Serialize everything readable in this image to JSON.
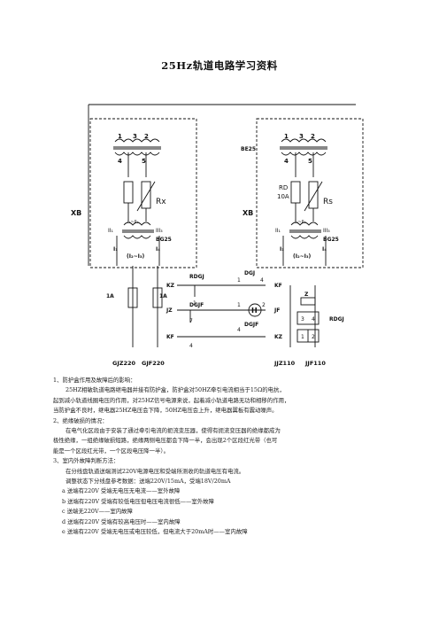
{
  "title": "25Hz轨道电路学习资料",
  "diagram": {
    "left_panel": {
      "transformer_top_terminals": [
        "1",
        "3",
        "2"
      ],
      "transformer_bottom_terminals": [
        "4",
        "5"
      ],
      "resistor_label": "Rx",
      "coil_label_left": "II₁",
      "coil_label_right": "III₃",
      "coil_mid_terminals": "I₃~II₃",
      "device_label": "BG25",
      "i1_label": "I₁",
      "i4_label": "I₄",
      "i2i3_label": "(I₂~I₃)",
      "box_label": "XB"
    },
    "right_panel": {
      "transformer_top_terminals": [
        "1",
        "3",
        "2"
      ],
      "transformer_bottom_terminals": [
        "4",
        "5"
      ],
      "transformer_label": "BE25",
      "fuse_label": "RD",
      "fuse_rating": "10A",
      "resistor_label": "Rs",
      "coil_label_left": "II₁",
      "coil_label_right": "III₃",
      "coil_mid_terminals": "I₃~II₃",
      "device_label": "BG25",
      "i1_label": "I₁",
      "i4_label": "I₄",
      "i2i3_label": "(I₂~I₃)",
      "box_label": "XB"
    },
    "relay_section": {
      "left_fuse_1": "1A",
      "left_fuse_2": "1A",
      "kz": "KZ",
      "kf": "KF",
      "rdgj": "RDGJ",
      "dgj": "DGJ",
      "dgjf": "DGJF",
      "jz": "JZ",
      "jf": "JF",
      "dgjf2": "DGJF",
      "kf2": "KF",
      "kz2": "KZ",
      "contact_1": "1",
      "contact_4": "4",
      "contact_7": "7",
      "contact_2": "2",
      "h_label": "H",
      "z_label": "Z",
      "pin_3": "3",
      "pin_4": "4",
      "pin_1": "1",
      "pin_2": "2",
      "rdgj_right": "RDGJ"
    },
    "bottom_labels": [
      "GJZ220",
      "GJF220",
      "JJZ110",
      "JJF110"
    ]
  },
  "text": {
    "section1_heading": "1、防护盒作用及故障后的影响：",
    "section1_body": [
      "25HZ相敏轨道电路继电器并接有防护盒，防护盒对50HZ牵引电流相当于15Ω的电抗，",
      "起到减小轨道线圈电压的作用，对25HZ信号电源来说，起着减小轨道电路无功和相移的作用，",
      "当防护盒不良时，继电器25HZ电压会下降，50HZ电压会上升，继电器翼板有震动噪声。"
    ],
    "section2_heading": "2、绝缘破损的情况：",
    "section2_body": [
      "在电气化区段由于安装了通过牵引电流的扼流变压器，使得有扼流变压器的绝缘都成为",
      "极性绝缘，一组绝缘破损短路，绝缘两侧电压都会下降一半，会出现2个区段红光带（也可",
      "能是一个区段红光带，一个区段电压降一半）。"
    ],
    "section3_heading": "3、室内外故障判断方法：",
    "section3_body": [
      "在分线盘轨道送端测试220V电源电压和受端所测收的轨道电压有电流。",
      "调整状态下分线盘参考数据：送端220V/15mA，受端18V/20mA"
    ],
    "section3_items": [
      "a 送端有220V  受端无电压无电流——室外故障",
      "b 送端有220V  受端有较低电压但电压电流很低——室外故障",
      "c 送端无220V——室内故障",
      "d 送端有220V  受端有较高电压时——室内故障",
      "e 送端有220V  受端无电压或电压较低，但电流大于20mA时——室内故障"
    ]
  }
}
